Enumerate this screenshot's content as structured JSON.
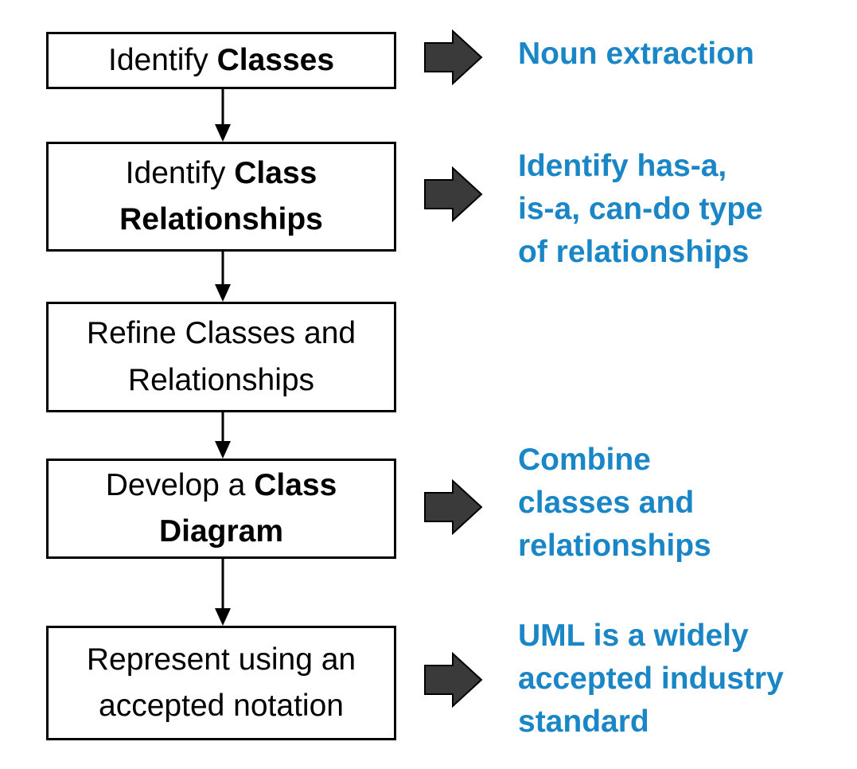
{
  "colors": {
    "box_border": "#000000",
    "note_text": "#1a86c6",
    "arrow_fill": "#3a3a3a",
    "arrow_stroke": "#000000"
  },
  "steps": [
    {
      "line1_plain": "Identify ",
      "line1_bold": "Classes",
      "line2_plain": "",
      "line2_bold": ""
    },
    {
      "line1_plain": "Identify ",
      "line1_bold": "Class",
      "line2_plain": "",
      "line2_bold": "Relationships"
    },
    {
      "line1_plain": "Refine Classes and",
      "line1_bold": "",
      "line2_plain": "Relationships",
      "line2_bold": ""
    },
    {
      "line1_plain": "Develop a ",
      "line1_bold": "Class",
      "line2_plain": "",
      "line2_bold": "Diagram"
    },
    {
      "line1_plain": "Represent using an",
      "line1_bold": "",
      "line2_plain": "accepted notation",
      "line2_bold": ""
    }
  ],
  "notes": [
    {
      "lines": [
        "Noun extraction"
      ]
    },
    {
      "lines": [
        "Identify has-a,",
        "is-a, can-do type",
        "of relationships"
      ]
    },
    {
      "lines": [
        "Combine",
        "classes and",
        "relationships"
      ]
    },
    {
      "lines": [
        "UML is a widely",
        "accepted industry",
        "standard"
      ]
    }
  ],
  "icons": {
    "side_arrow": "right-block-arrow-icon",
    "connector": "down-arrow-icon"
  }
}
